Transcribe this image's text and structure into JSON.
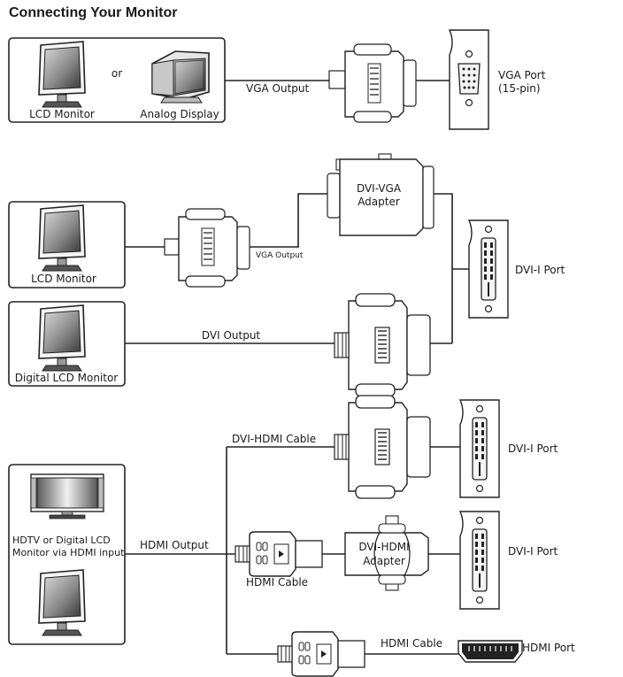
{
  "title": "Connecting Your Monitor",
  "sections": {
    "vga": {
      "monitor_label": "LCD Monitor",
      "or_label": "or",
      "analog_label": "Analog Display",
      "cable_label": "VGA Output",
      "port_label_line1": "VGA Port",
      "port_label_line2": "(15-pin)"
    },
    "dvi": {
      "lcd_label": "LCD Monitor",
      "digital_label": "Digital LCD Monitor",
      "vga_output_label": "VGA Output",
      "dvi_output_label": "DVI Output",
      "adapter_line1": "DVI-VGA",
      "adapter_line2": "Adapter",
      "port_label": "DVI-I Port"
    },
    "hdmi": {
      "monitor_label_line1": "HDTV or Digital LCD",
      "monitor_label_line2": "Monitor via HDMI input",
      "hdmi_output_label": "HDMI Output",
      "dvi_hdmi_cable_label": "DVI-HDMI Cable",
      "hdmi_cable_label_1": "HDMI Cable",
      "adapter_line1": "DVI-HDMI",
      "adapter_line2": "Adapter",
      "hdmi_cable_label_2": "HDMI Cable",
      "dvi_port_label_1": "DVI-I Port",
      "dvi_port_label_2": "DVI-I Port",
      "hdmi_port_label": "HDMI Port"
    }
  }
}
